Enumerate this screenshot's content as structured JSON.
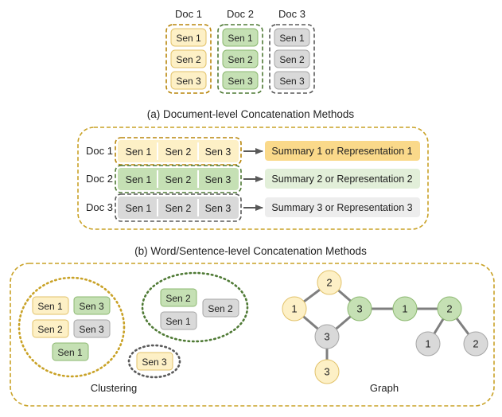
{
  "colors": {
    "yellow_fill": "#FDF0C6",
    "yellow_strong": "#FAD98A",
    "yellow_border": "#E2C26A",
    "yellow_dash": "#B8860B",
    "green_fill": "#C5E0B4",
    "green_light": "#E2EFD9",
    "green_border": "#8CB870",
    "green_dash": "#4F7A35",
    "gray_fill": "#D9D9D9",
    "gray_light": "#EDEDED",
    "gray_border": "#A6A6A6",
    "gray_dash": "#5A5A5A",
    "outer_dash": "#C9A227",
    "arrow": "#595959",
    "edge": "#7F7F7F"
  },
  "top": {
    "docs": [
      {
        "label": "Doc 1",
        "color": "yellow",
        "sentences": [
          "Sen 1",
          "Sen 2",
          "Sen 3"
        ]
      },
      {
        "label": "Doc 2",
        "color": "green",
        "sentences": [
          "Sen 1",
          "Sen 2",
          "Sen 3"
        ]
      },
      {
        "label": "Doc 3",
        "color": "gray",
        "sentences": [
          "Sen 1",
          "Sen 2",
          "Sen 3"
        ]
      }
    ],
    "caption": "(a) Document-level Concatenation Methods"
  },
  "middle": {
    "rows": [
      {
        "doc": "Doc 1",
        "color": "yellow",
        "sentences": [
          "Sen 1",
          "Sen 2",
          "Sen 3"
        ],
        "output": "Summary 1 or Representation 1"
      },
      {
        "doc": "Doc 2",
        "color": "green",
        "sentences": [
          "Sen 1",
          "Sen 2",
          "Sen 3"
        ],
        "output": "Summary 2 or Representation 2"
      },
      {
        "doc": "Doc 3",
        "color": "gray",
        "sentences": [
          "Sen 1",
          "Sen 2",
          "Sen 3"
        ],
        "output": "Summary 3 or Representation 3"
      }
    ],
    "caption": "(b) Word/Sentence-level Concatenation Methods"
  },
  "clustering": {
    "label": "Clustering",
    "clusters": [
      {
        "color": "yellow",
        "items": [
          {
            "text": "Sen 1",
            "color": "yellow"
          },
          {
            "text": "Sen 3",
            "color": "green"
          },
          {
            "text": "Sen 2",
            "color": "yellow"
          },
          {
            "text": "Sen 3",
            "color": "gray"
          },
          {
            "text": "Sen 1",
            "color": "green"
          }
        ]
      },
      {
        "color": "green",
        "items": [
          {
            "text": "Sen 2",
            "color": "green"
          },
          {
            "text": "Sen 2",
            "color": "gray"
          },
          {
            "text": "Sen 1",
            "color": "gray"
          }
        ]
      },
      {
        "color": "gray",
        "items": [
          {
            "text": "Sen 3",
            "color": "yellow"
          }
        ]
      }
    ]
  },
  "graph": {
    "label": "Graph",
    "nodes": [
      {
        "id": "y2",
        "label": "2",
        "color": "yellow"
      },
      {
        "id": "y1",
        "label": "1",
        "color": "yellow"
      },
      {
        "id": "g3",
        "label": "3",
        "color": "green"
      },
      {
        "id": "r3",
        "label": "3",
        "color": "gray"
      },
      {
        "id": "y3",
        "label": "3",
        "color": "yellow"
      },
      {
        "id": "g1",
        "label": "1",
        "color": "green"
      },
      {
        "id": "g2",
        "label": "2",
        "color": "green"
      },
      {
        "id": "r1",
        "label": "1",
        "color": "gray"
      },
      {
        "id": "r2",
        "label": "2",
        "color": "gray"
      }
    ],
    "edges": [
      [
        "y2",
        "y1"
      ],
      [
        "y2",
        "g3"
      ],
      [
        "y1",
        "r3"
      ],
      [
        "g3",
        "r3"
      ],
      [
        "r3",
        "y3"
      ],
      [
        "g3",
        "g1"
      ],
      [
        "g1",
        "g2"
      ],
      [
        "g2",
        "r1"
      ],
      [
        "g2",
        "r2"
      ]
    ]
  }
}
